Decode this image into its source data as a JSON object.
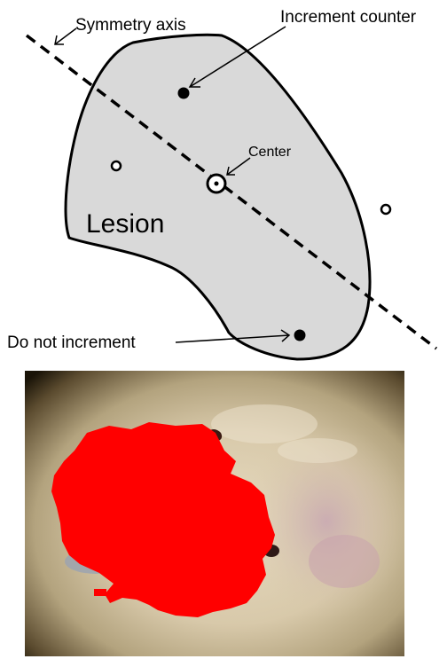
{
  "diagram": {
    "labels": {
      "symmetry_axis": "Symmetry axis",
      "increment_counter": "Increment counter",
      "center": "Center",
      "lesion": "Lesion",
      "do_not_increment": "Do not increment"
    },
    "colors": {
      "lesion_fill": "#d9d9d9",
      "outline": "#000000"
    }
  },
  "photo": {
    "colors": {
      "segmentation_mask": "#ff0000",
      "skin": "#d8c9aa",
      "vignette": "#1a1408"
    }
  }
}
